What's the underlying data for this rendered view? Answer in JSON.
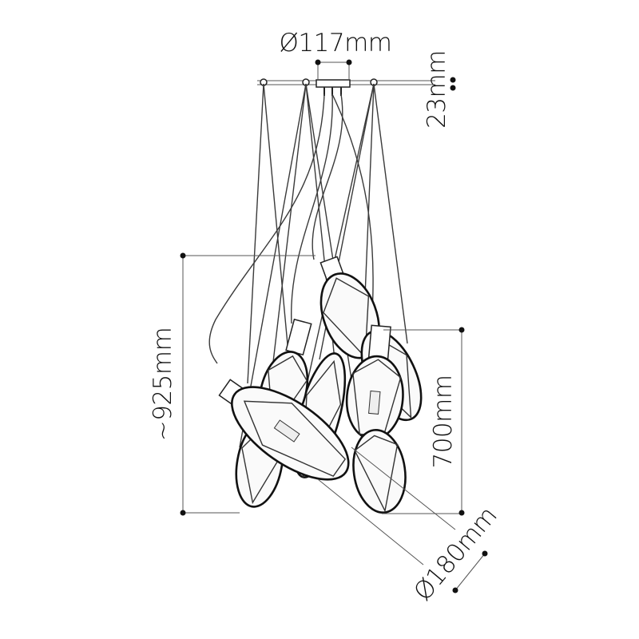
{
  "title": "Pendant cluster dimension drawing",
  "dimensions": {
    "canopy_diameter": "Ø117mm",
    "canopy_height": "23mm",
    "total_height": "~925mm",
    "shade_height": "700mm",
    "shade_diameter": "Ø180mm"
  },
  "colors": {
    "line": "#111111",
    "wire": "#3a3a3a"
  }
}
